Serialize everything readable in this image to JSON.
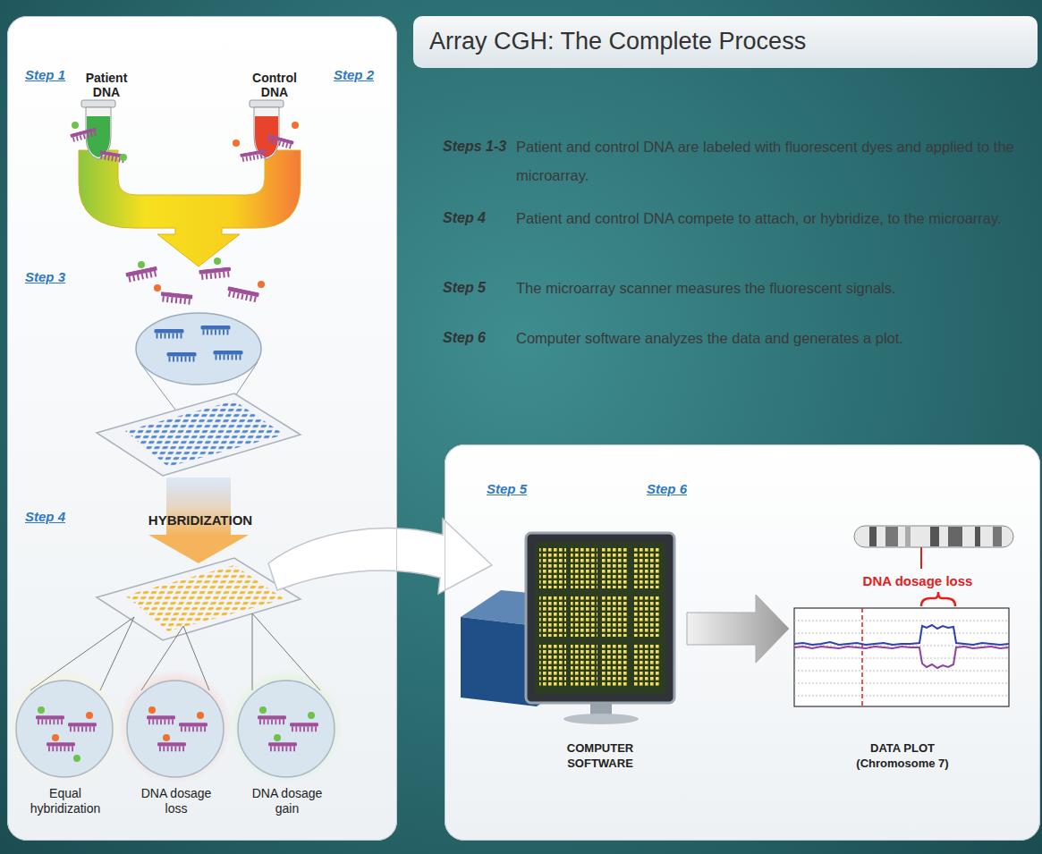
{
  "diagram": {
    "title": "Array CGH: The Complete Process",
    "nodes": [
      {
        "text": [
          "Step 1",
          "Patient DNA",
          "Control DNA",
          "Step 2",
          "Step 3",
          "Step 4",
          "HYBRIDIZATION",
          "Equal hybridization",
          "DNA dosage loss",
          "DNA dosage gain"
        ]
      },
      {
        "text": [
          "Step 5",
          "Step 6",
          "DNA dosage loss",
          "COMPUTER SOFTWARE",
          "DATA PLOT (Chromosome 7)"
        ]
      }
    ],
    "labels": [
      "Steps 1-3",
      "Patient and control DNA are labeled with fluorescent dyes and applied to the microarray.",
      "Step 4",
      "Patient and control DNA compete to attach, or hybridize, to the microarray.",
      "Step 5",
      "The microarray scanner measures the fluorescent signals.",
      "Step 6",
      "Computer software analyzes the data and generates a plot."
    ]
  }
}
